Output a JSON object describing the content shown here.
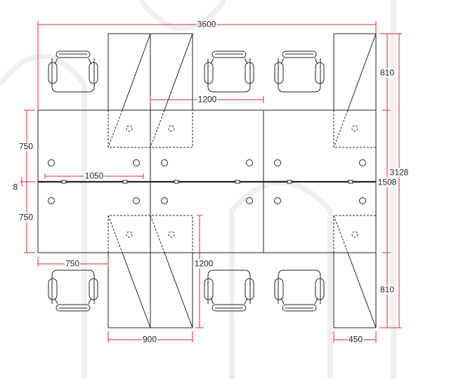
{
  "title": "Four-person workstation cluster plan",
  "colors": {
    "line": "#222222",
    "dimension": "#e8262b"
  },
  "dimensions": {
    "overall_width": "3600",
    "overall_depth": "3128",
    "desk_depth_top": "750",
    "desk_depth_bottom": "750",
    "gap": "8",
    "desk_inner_length": "1050",
    "return_offset": "750",
    "pedestal_span_top": "1200",
    "pedestal_span_side": "1200",
    "pedestal_width": "900",
    "end_pedestal_width": "450",
    "end_pedestal_top": "810",
    "end_pedestal_bottom": "810",
    "midline": "1508"
  }
}
